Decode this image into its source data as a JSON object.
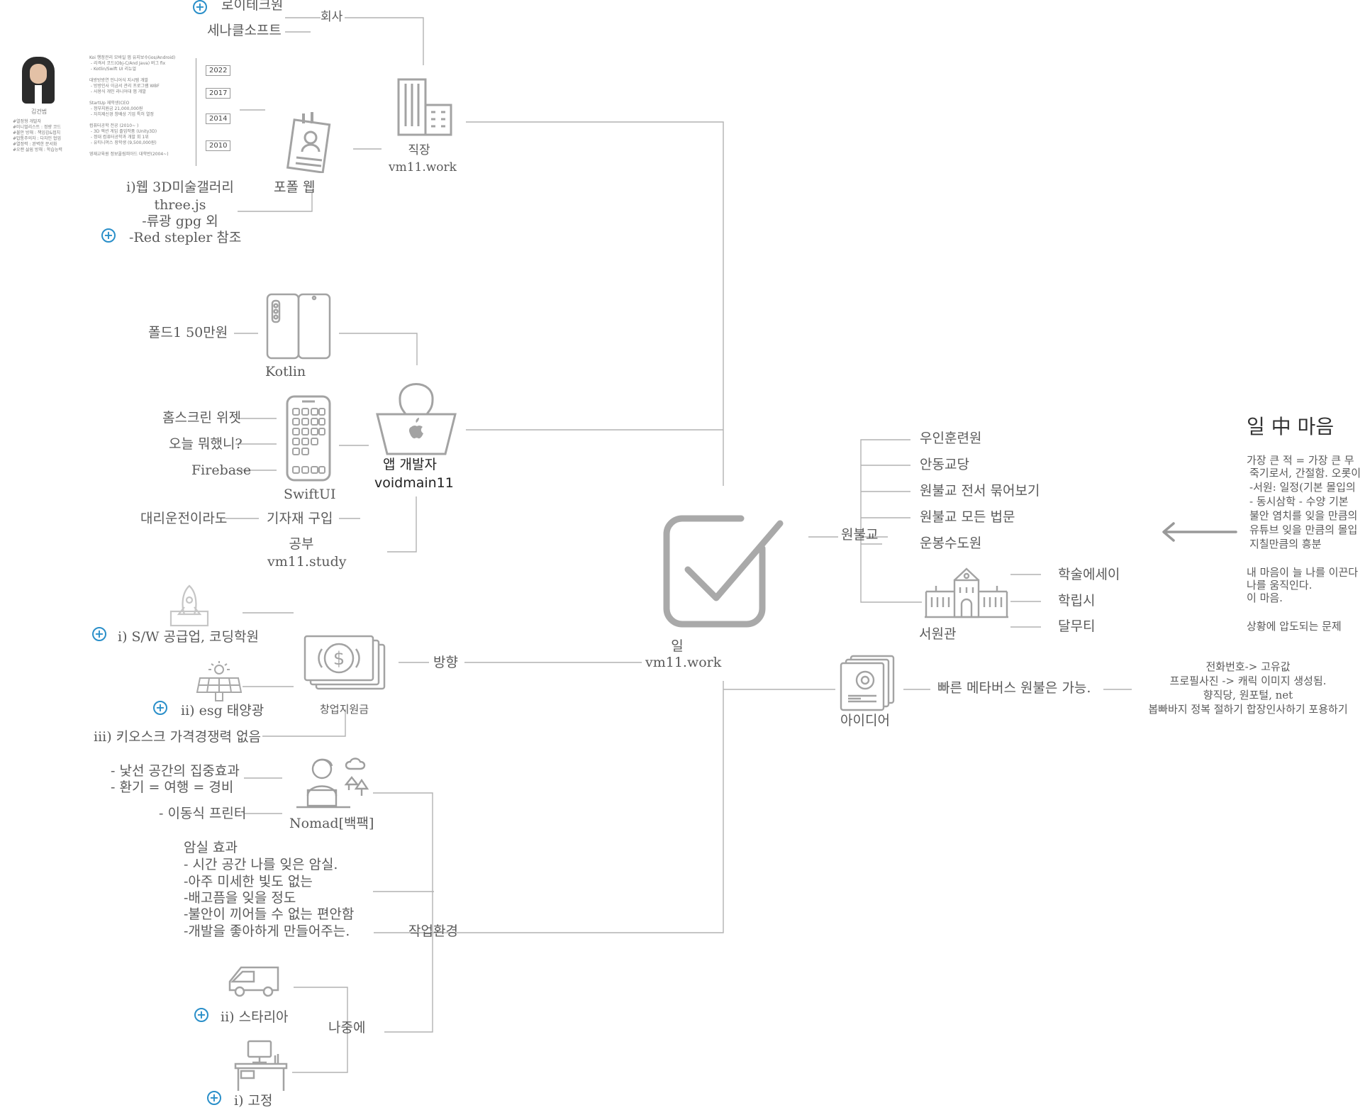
{
  "center": {
    "title": "일",
    "subtitle": "vm11.work"
  },
  "work_branch": {
    "company_label": "회사",
    "companies": [
      "로이테크원",
      "세나클소프트"
    ],
    "job": {
      "title": "직장",
      "subtitle": "vm11.work"
    },
    "portfolio": {
      "label": "포폴 웹",
      "resume_name": "김건범",
      "resume_tags": "#열정형 개발자\n#미니멀리스트 : 정량 코드\n#불안 방해 : 책임감&협치\n#밥통주의자 : 다자인 협업\n#열정력 : 완벽한 문서화\n#오랜 삶쉼 방해 : 학습능력",
      "resume_years": [
        "2022",
        "2017",
        "2014",
        "2010"
      ],
      "resume_text": "Koi 행정관리 모바일 앱 유지보수(ios/Android)\n - 리격서 코드(Obj-C/And Java) 버그 fix\n - Kotlin/Swift UI 리뉴얼\n\n대방방방연 인니어식 지시템 개발\n - 방방인사 이금서 관리 프로그램 WBF\n - 사용식 개인 라니어대 앱 개발\n\nStartUp 재학생(CEO\n - 정부지원금 21,000,000원\n - 자치제신경 창배상 기업 특허 열정\n\n컴퓨터공학 전공 (2010~ )\n - 3D 액션 게임 졸업작품 (Unity3D)\n - 정대 컴퓨터공학과 개발 회 1위\n - 유티니머스 장학생 (9,500,000원)\n\n영재교육원 정보올림피아드 대학반(2004~)",
      "notes": [
        "i)웹 3D미술갤러리",
        "three.js",
        "-류광 gpg 외",
        "-Red stepler 참조"
      ]
    }
  },
  "app_branch": {
    "title": "앱 개발자",
    "subtitle": "voidmain11",
    "kotlin": {
      "label": "Kotlin",
      "note": "폴드1 50만원"
    },
    "swiftui": {
      "label": "SwiftUI",
      "notes": [
        "홈스크린 위젯",
        "오늘 뭐했니?",
        "Firebase"
      ]
    },
    "equipment": {
      "label": "기자재 구입",
      "note": "대리운전이라도"
    },
    "study": {
      "title": "공부",
      "subtitle": "vm11.study"
    }
  },
  "direction_branch": {
    "label": "방향",
    "fund_label": "창업지원금",
    "items": [
      "i) S/W 공급업, 코딩학원",
      "ii) esg 태양광",
      "iii) 키오스크 가격경쟁력 없음"
    ]
  },
  "workspace_branch": {
    "label": "작업환경",
    "nomad": {
      "label": "Nomad[백팩]",
      "notes": [
        "- 낯선 공간의 집중효과",
        "- 환기 =  여행 = 경비",
        "- 이동식 프린터"
      ]
    },
    "darkroom": [
      "암실 효과",
      "- 시간 공간 나를 잊은 암실.",
      "-아주 미세한 빛도 없는",
      "-배고픔을 잊을 정도",
      "-불안이 끼어들 수 없는 편안함",
      "-개발을 좋아하게 만들어주는."
    ],
    "later": {
      "label": "나중에",
      "items": [
        "ii) 스타리아",
        "i) 고정"
      ]
    }
  },
  "wonbul_branch": {
    "label": "원불교",
    "items": [
      "우인훈련원",
      "안동교당",
      "원불교 전서 묶어보기",
      "원불교 모든 법문",
      "운봉수도원"
    ],
    "seowon": {
      "label": "서원관",
      "items": [
        "학술에세이",
        "학립시",
        "달무티"
      ]
    }
  },
  "idea_branch": {
    "label": "아이디어",
    "note": "빠른 메타버스 원불은 가능.",
    "details": [
      "전화번호-> 고유값",
      "프로필사진 -> 캐릭 이미지 생성됨.",
      "향직당, 원포털, net",
      "봅빠바지 정복 절하기 합장인사하기 포용하기"
    ]
  },
  "mind_panel": {
    "title": "일 中 마음",
    "lines": [
      "가장 큰 적 = 가장 큰 무",
      "죽기로서, 간절함. 오롯이",
      "-서원: 일정(기본 몰입의",
      "- 동시삼학 - 수양 기본 ",
      "불안 염치를 잊을 만큼의",
      "유튜브 잊을 만큼의 몰입",
      "지칠만큼의 흥분"
    ],
    "lines2": [
      "내 마음이 늘 나를 이끈다",
      "나를 움직인다.",
      "이 마음."
    ],
    "footer": "상황에 압도되는 문제"
  },
  "colors": {
    "line": "#aaaaaa",
    "icon": "#9a9a9a",
    "plus": "#2a8fc9"
  }
}
